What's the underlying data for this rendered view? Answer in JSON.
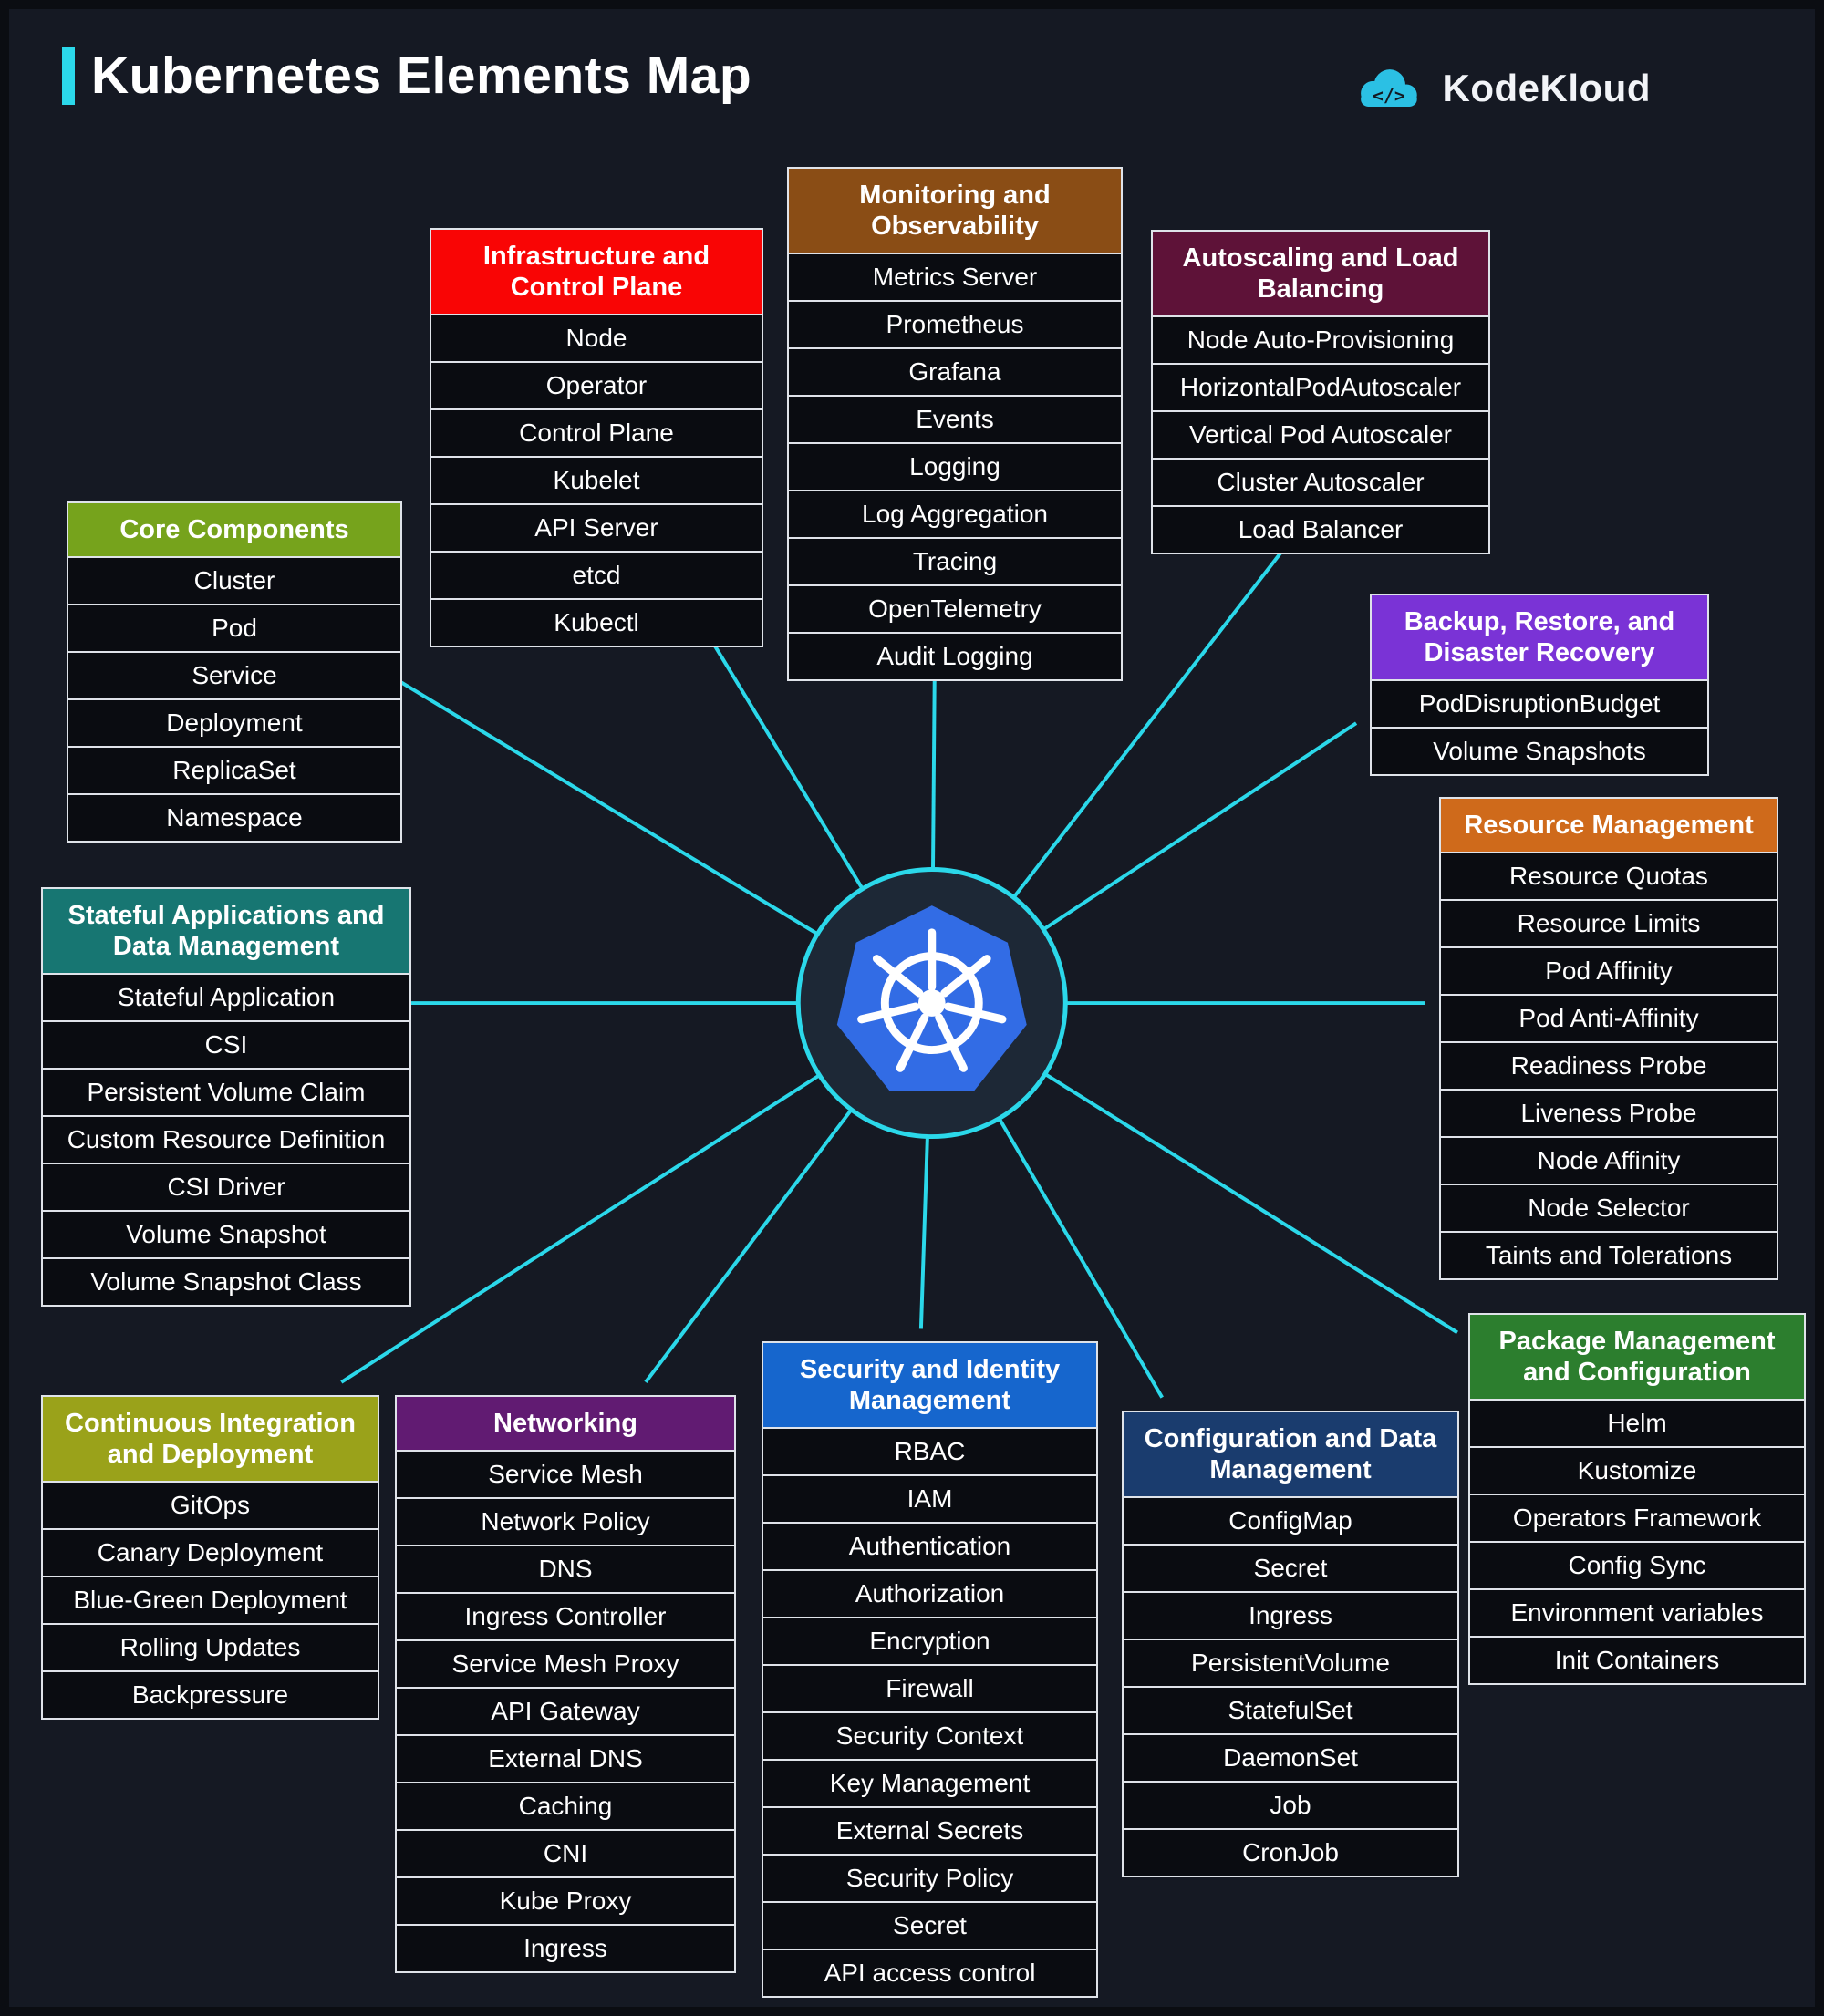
{
  "page": {
    "title": "Kubernetes Elements Map",
    "brand": "KodeKloud"
  },
  "colors": {
    "background": "#151923",
    "accent_cyan": "#2bd8ea",
    "kubernetes_blue": "#326ce5",
    "row_background": "#0a0c11",
    "row_border": "#dfe3e9"
  },
  "center": {
    "logo": "kubernetes-logo"
  },
  "categories": [
    {
      "title": "Core Components",
      "color": "#76a31c",
      "items": [
        "Cluster",
        "Pod",
        "Service",
        "Deployment",
        "ReplicaSet",
        "Namespace"
      ]
    },
    {
      "title": "Infrastructure and Control Plane",
      "color": "#f90505",
      "items": [
        "Node",
        "Operator",
        "Control Plane",
        "Kubelet",
        "API Server",
        "etcd",
        "Kubectl"
      ]
    },
    {
      "title": "Monitoring and Observability",
      "color": "#8a4d15",
      "items": [
        "Metrics Server",
        "Prometheus",
        "Grafana",
        "Events",
        "Logging",
        "Log Aggregation",
        "Tracing",
        "OpenTelemetry",
        "Audit Logging"
      ]
    },
    {
      "title": "Autoscaling and Load Balancing",
      "color": "#5e1238",
      "items": [
        "Node Auto-Provisioning",
        "HorizontalPodAutoscaler",
        "Vertical Pod Autoscaler",
        "Cluster Autoscaler",
        "Load Balancer"
      ]
    },
    {
      "title": "Backup, Restore, and Disaster Recovery",
      "color": "#7a33d6",
      "items": [
        "PodDisruptionBudget",
        "Volume Snapshots"
      ]
    },
    {
      "title": "Resource Management",
      "color": "#cf6a1b",
      "items": [
        "Resource Quotas",
        "Resource Limits",
        "Pod Affinity",
        "Pod Anti-Affinity",
        "Readiness Probe",
        "Liveness Probe",
        "Node Affinity",
        "Node Selector",
        "Taints and Tolerations"
      ]
    },
    {
      "title": "Stateful Applications and Data Management",
      "color": "#177672",
      "items": [
        "Stateful Application",
        "CSI",
        "Persistent Volume Claim",
        "Custom Resource Definition",
        "CSI Driver",
        "Volume Snapshot",
        "Volume Snapshot Class"
      ]
    },
    {
      "title": "Continuous Integration and Deployment",
      "color": "#9aa21a",
      "items": [
        "GitOps",
        "Canary Deployment",
        "Blue-Green Deployment",
        "Rolling Updates",
        "Backpressure"
      ]
    },
    {
      "title": "Networking",
      "color": "#611b72",
      "items": [
        "Service Mesh",
        "Network Policy",
        "DNS",
        "Ingress Controller",
        "Service Mesh Proxy",
        "API Gateway",
        "External DNS",
        "Caching",
        "CNI",
        "Kube Proxy",
        "Ingress"
      ]
    },
    {
      "title": "Security and Identity Management",
      "color": "#1666cd",
      "items": [
        "RBAC",
        "IAM",
        "Authentication",
        "Authorization",
        "Encryption",
        "Firewall",
        "Security Context",
        "Key Management",
        "External Secrets",
        "Security Policy",
        "Secret",
        "API access control"
      ]
    },
    {
      "title": "Configuration and Data Management",
      "color": "#1a3c6e",
      "items": [
        "ConfigMap",
        "Secret",
        "Ingress",
        "PersistentVolume",
        "StatefulSet",
        "DaemonSet",
        "Job",
        "CronJob"
      ]
    },
    {
      "title": "Package Management and Configuration",
      "color": "#2c7e2e",
      "items": [
        "Helm",
        "Kustomize",
        "Operators Framework",
        "Config Sync",
        "Environment variables",
        "Init Containers"
      ]
    }
  ]
}
